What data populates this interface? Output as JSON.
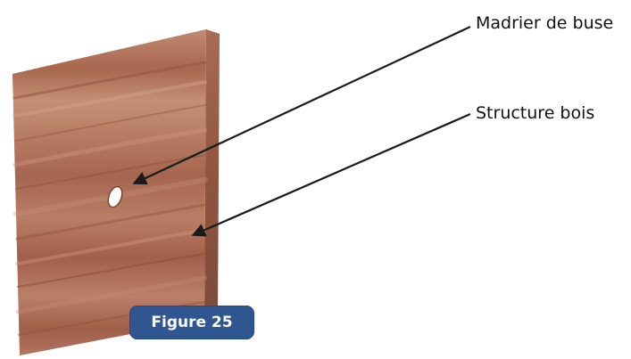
{
  "labels": {
    "madrier": "Madrier de buse",
    "structure": "Structure bois"
  },
  "figure_badge": "Figure 25",
  "colors": {
    "wood_face": "#b0715a",
    "wood_side": "#9a5e49",
    "wood_top": "#c99a83",
    "badge": "#2f5691",
    "arrow": "#1a1a1a"
  }
}
